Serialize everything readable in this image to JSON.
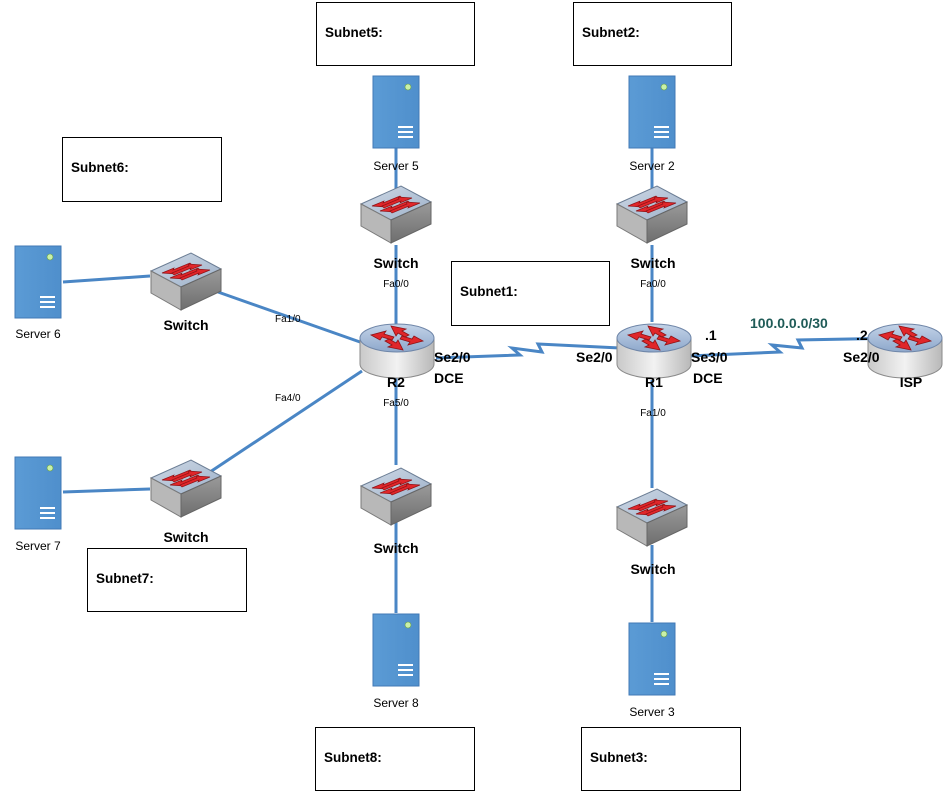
{
  "subnets": {
    "s1": "Subnet1:",
    "s2": "Subnet2:",
    "s3": "Subnet3:",
    "s5": "Subnet5:",
    "s6": "Subnet6:",
    "s7": "Subnet7:",
    "s8": "Subnet8:"
  },
  "devices": {
    "r1": "R1",
    "r2": "R2",
    "isp": "ISP",
    "switch_label": "Switch",
    "server2": "Server 2",
    "server3": "Server 3",
    "server5": "Server 5",
    "server6": "Server 6",
    "server7": "Server 7",
    "server8": "Server 8"
  },
  "interfaces": {
    "r2_fa0": "Fa0/0",
    "r2_fa1": "Fa1/0",
    "r2_fa4": "Fa4/0",
    "r2_fa5": "Fa5/0",
    "r2_se": "Se2/0",
    "r2_dce": "DCE",
    "r1_fa0": "Fa0/0",
    "r1_fa1": "Fa1/0",
    "r1_se2": "Se2/0",
    "r1_se3": "Se3/0",
    "r1_dce": "DCE",
    "r1_host": ".1",
    "isp_host": ".2",
    "isp_se": "Se2/0",
    "wan_net": "100.0.0.0/30"
  },
  "colors": {
    "link": "#4a86c5",
    "server": "#5b9bd5",
    "router_top": "#a9c0dd",
    "arrow": "#e0262a",
    "wan_label": "#1f5b57"
  }
}
